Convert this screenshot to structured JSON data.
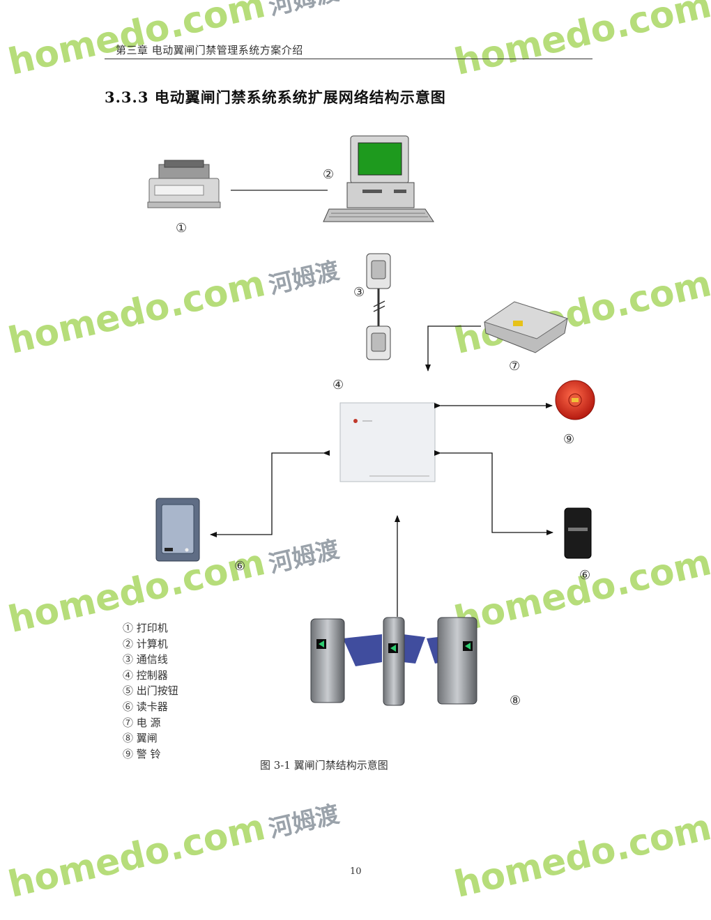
{
  "header": {
    "chapter": "第三章  电动翼闸门禁管理系统方案介绍"
  },
  "section": {
    "title": "3.3.3 电动翼闸门禁系统系统扩展网络结构示意图"
  },
  "diagram": {
    "labels": {
      "printer": "①",
      "computer": "②",
      "cable": "③",
      "controller": "④",
      "power": "⑦",
      "alarm": "⑨",
      "reader_left": "⑥",
      "reader_right": "⑥",
      "gate": "⑧"
    }
  },
  "legend": [
    "① 打印机",
    "② 计算机",
    "③ 通信线",
    "④ 控制器",
    "⑤ 出门按钮",
    "⑥ 读卡器",
    "⑦ 电   源",
    "⑧ 翼闸",
    "⑨ 警   铃"
  ],
  "caption": "图 3-1  翼闸门禁结构示意图",
  "page_number": "10",
  "watermark": {
    "brand": "homedo.com",
    "cn": "河姆渡"
  }
}
